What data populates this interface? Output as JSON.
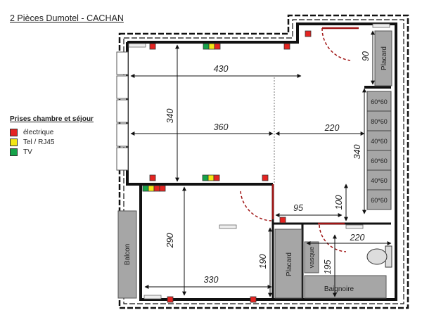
{
  "title": "2 Pièces Dumotel - CACHAN",
  "legend": {
    "title": "Prises chambre et séjour",
    "items": [
      {
        "label": "électrique",
        "color": "#e52421"
      },
      {
        "label": "Tel / RJ45",
        "color": "#f4e616"
      },
      {
        "label": "TV",
        "color": "#16a34a"
      }
    ]
  },
  "dimensions": {
    "top_width": "430",
    "living_height": "340",
    "living_width": "360",
    "kitchen_width": "220",
    "kitchen_height": "340",
    "entry_depth": "90",
    "hall_height": "100",
    "hall_width": "95",
    "bath_width": "220",
    "bedroom_height": "290",
    "bedroom_width": "330",
    "placard_height": "190",
    "bath_height": "195"
  },
  "rooms": {
    "balcon": "Balcon",
    "placard_top": "Placard",
    "placard_bottom": "Placard",
    "vasque": "vasque",
    "baignoire": "Baignoire"
  },
  "cabinets": [
    "60*60",
    "80*60",
    "40*60",
    "60*60",
    "40*60",
    "60*60"
  ],
  "colors": {
    "wall": "#111111",
    "door": "#a01414",
    "fixture": "#a6a6a6",
    "electric": "#e52421",
    "tel": "#f4e616",
    "tv": "#16a34a"
  }
}
